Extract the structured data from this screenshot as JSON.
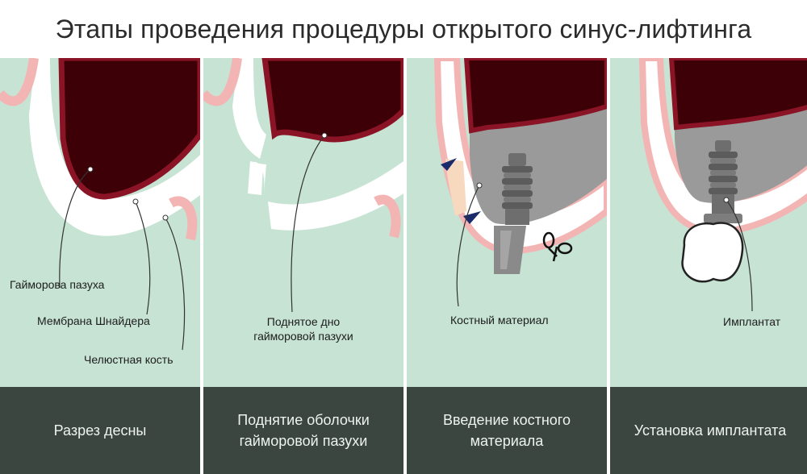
{
  "title": "Этапы проведения процедуры открытого синус-лифтинга",
  "colors": {
    "background": "#c6e3d3",
    "sinus": "#3e0007",
    "membrane": "#8a1426",
    "bone": "#ffffff",
    "gum": "#f3b5b3",
    "footer": "#3a463f",
    "graft": "#9a9a9a",
    "implant": "#6e6e6e"
  },
  "panels": [
    {
      "step": "Разрез десны",
      "labels": [
        "Гайморова пазуха",
        "Мембрана Шнайдера",
        "Челюстная кость"
      ]
    },
    {
      "step_line1": "Поднятие оболочки",
      "step_line2": "гайморовой пазухи",
      "label_line1": "Поднятое дно",
      "label_line2": "гайморовой пазухи"
    },
    {
      "step_line1": "Введение костного",
      "step_line2": "материала",
      "label": "Костный материал"
    },
    {
      "step": "Установка имплантата",
      "label": "Имплантат"
    }
  ]
}
